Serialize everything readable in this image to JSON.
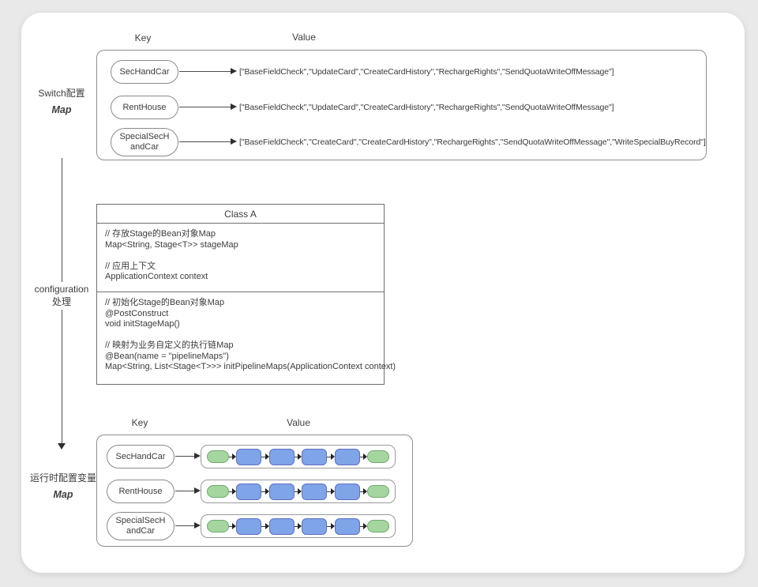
{
  "top_map": {
    "section_label": [
      "Switch配置",
      "Map"
    ],
    "key_header": "Key",
    "value_header": "Value",
    "rows": [
      {
        "key": "SecHandCar",
        "value": "[\"BaseFieldCheck\",\"UpdateCard\",\"CreateCardHistory\",\"RechargeRights\",\"SendQuotaWriteOffMessage\"]"
      },
      {
        "key": "RentHouse",
        "value": "[\"BaseFieldCheck\",\"UpdateCard\",\"CreateCardHistory\",\"RechargeRights\",\"SendQuotaWriteOffMessage\"]"
      },
      {
        "key": "SpecialSecH\nandCar",
        "value": "[\"BaseFieldCheck\",\"CreateCard\",\"CreateCardHistory\",\"RechargeRights\",\"SendQuotaWriteOffMessage\",\"WriteSpecialBuyRecord\"]"
      }
    ]
  },
  "flow_label": [
    "configuration",
    "处理"
  ],
  "class_box": {
    "title": "Class A",
    "section1": [
      "//  存放Stage的Bean对象Map",
      "Map<String, Stage<T>> stageMap",
      "",
      "// 应用上下文",
      "ApplicationContext context"
    ],
    "section2": [
      "// 初始化Stage的Bean对象Map",
      "@PostConstruct",
      "void initStageMap()",
      "",
      "// 映射为业务自定义的执行链Map",
      "@Bean(name = \"pipelineMaps\")",
      "Map<String, List<Stage<T>>> initPipelineMaps(ApplicationContext context)"
    ]
  },
  "runtime_map": {
    "section_label": [
      "运行时配置变量",
      "Map"
    ],
    "key_header": "Key",
    "value_header": "Value",
    "rows": [
      {
        "key": "SecHandCar"
      },
      {
        "key": "RentHouse"
      },
      {
        "key": "SpecialSecH\nandCar"
      }
    ],
    "pipeline_nodes": [
      "green",
      "blue",
      "blue",
      "blue",
      "blue",
      "green"
    ]
  },
  "colors": {
    "green_fill": "#a5d6a0",
    "green_border": "#6fa96b",
    "blue_fill": "#7fa4e8",
    "blue_border": "#5e70c2"
  }
}
